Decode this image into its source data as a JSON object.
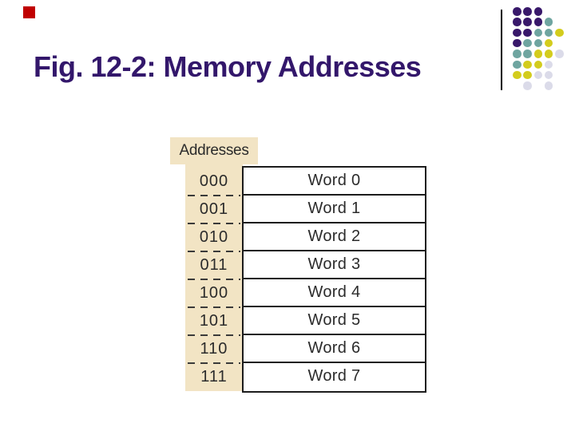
{
  "slide": {
    "title": "Fig. 12-2: Memory Addresses",
    "title_color": "#33176b",
    "accent_red": "#c00000"
  },
  "decoration": {
    "vertical_line_color": "#000000",
    "dot_colors": {
      "P": "#38186a",
      "T": "#6fa5a0",
      "Y": "#d3cc1d",
      "L": "#dbdbe9"
    },
    "dot_names": {
      "P": "purple-dot",
      "T": "teal-dot",
      "Y": "yellow-dot",
      "L": "lavender-dot"
    },
    "pattern": [
      "PPP..",
      "PPPT.",
      "PPTTY",
      "PTTY.",
      "TTYYL",
      "TYYL.",
      "YYLL.",
      ".L.L."
    ]
  },
  "figure": {
    "addresses_label": "Addresses",
    "colors": {
      "beige": "#f2e4c4",
      "border": "#1c1c1c",
      "text": "#2b2b2b"
    },
    "rows": [
      {
        "address": "000",
        "word": "Word 0"
      },
      {
        "address": "001",
        "word": "Word 1"
      },
      {
        "address": "010",
        "word": "Word 2"
      },
      {
        "address": "011",
        "word": "Word 3"
      },
      {
        "address": "100",
        "word": "Word 4"
      },
      {
        "address": "101",
        "word": "Word 5"
      },
      {
        "address": "110",
        "word": "Word 6"
      },
      {
        "address": "111",
        "word": "Word 7"
      }
    ]
  }
}
